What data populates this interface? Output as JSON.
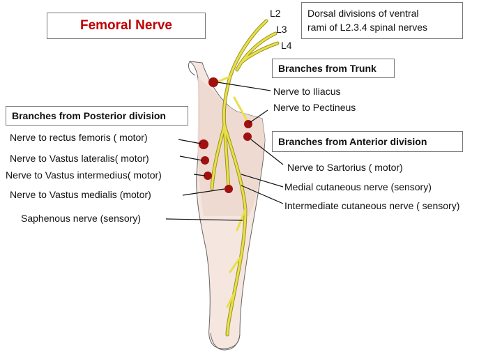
{
  "title": "Femoral Nerve",
  "dorsal_note": {
    "line1": "Dorsal divisions of ventral",
    "line2": "rami of L2.3.4 spinal nerves"
  },
  "roots": [
    "L2",
    "L3",
    "L4"
  ],
  "groups": {
    "trunk": "Branches from Trunk",
    "posterior": "Branches from Posterior division",
    "anterior": "Branches from Anterior division"
  },
  "trunk_branches": [
    "Nerve to Iliacus",
    "Nerve to Pectineus"
  ],
  "posterior_branches": [
    "Nerve to rectus femoris ( motor)",
    "Nerve to Vastus lateralis( motor)",
    "Nerve to Vastus intermedius( motor)",
    "Nerve to Vastus medialis (motor)"
  ],
  "anterior_branches": [
    "Nerve to Sartorius ( motor)",
    "Medial cutaneous nerve (sensory)",
    "Intermediate cutaneous nerve ( sensory)"
  ],
  "saphenous": "Saphenous nerve (sensory)",
  "colors": {
    "title": "#c00000",
    "nerve": "#e8e04a",
    "nerve_outline": "#9a9220",
    "motor_point": "#a01010",
    "leg_fill": "#f6e4dc",
    "thigh_fill": "#f0d8cf"
  }
}
